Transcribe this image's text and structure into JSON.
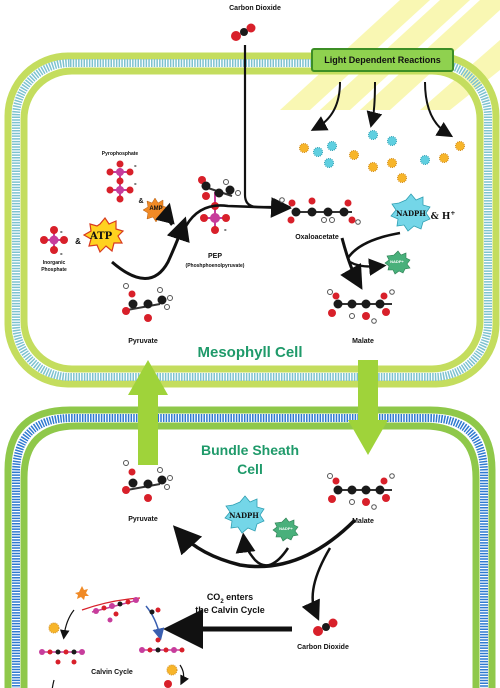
{
  "labels": {
    "carbon_dioxide_top": "Carbon Dioxide",
    "light_dependent_reactions": "Light Dependent Reactions",
    "pyrophosphate": "Pyrophosphate",
    "amp": "AMP",
    "atp": "ATP",
    "inorganic_phosphate_line1": "Inorganic",
    "inorganic_phosphate_line2": "Phosphate",
    "pep": "PEP",
    "pep_full": "(Phoshphoenolpyruvate)",
    "oxaloacetate": "Oxaloacetate",
    "nadph_top": "NADPH",
    "h_plus": "& H",
    "h_plus_sup": "+",
    "nadp_top": "NADP+",
    "pyruvate_top": "Pyruvate",
    "malate_top": "Malate",
    "mesophyll_cell": "Mesophyll Cell",
    "bundle_sheath_line1": "Bundle Sheath",
    "bundle_sheath_line2": "Cell",
    "pyruvate_bottom": "Pyruvate",
    "malate_bottom": "Malate",
    "nadph_bottom": "NADPH",
    "nadp_bottom": "NADP+",
    "co2_enters_line1_a": "CO",
    "co2_enters_line1_sub": "2",
    "co2_enters_line1_b": " enters",
    "co2_enters_line2": "the Calvin Cycle",
    "carbon_dioxide_bottom": "Carbon Dioxide",
    "calvin_cycle": "Calvin Cycle",
    "amp_ampersand": "&",
    "atp_ampersand": "&"
  },
  "colors": {
    "cell_title": "#1f9a6a",
    "membrane_green": "#c4dd5e",
    "membrane_inner": "#4ea8c6",
    "bundle_membrane": "#2f7ad0",
    "big_arrow": "#9fd33a",
    "ldr_fill": "#8fd14f",
    "oxygen": "#d8202a",
    "carbon": "#1a1a1a",
    "phosphate": "#c73d9c",
    "nadph": "#74d6e8",
    "nadp": "#49b07b",
    "atp_burst": "#ffd21f",
    "amp_burst": "#f08a26",
    "electron_cyan": "#5fcfe0",
    "electron_yellow": "#f7b52a"
  }
}
